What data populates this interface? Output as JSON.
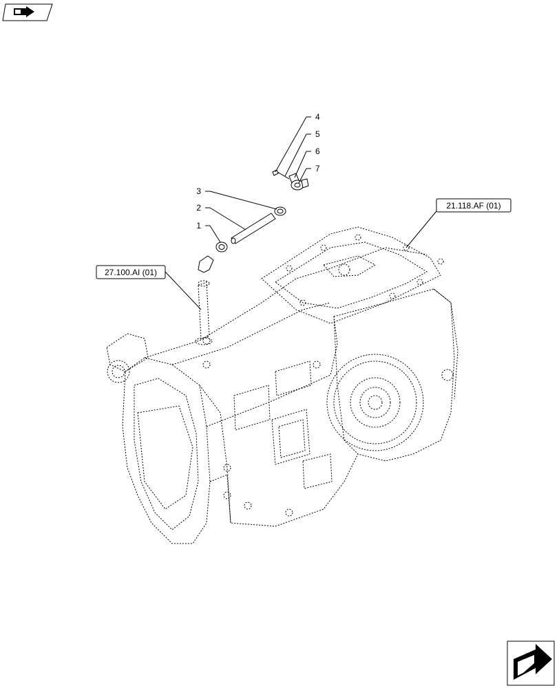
{
  "diagram": {
    "callouts": [
      "1",
      "2",
      "3",
      "4",
      "5",
      "6",
      "7"
    ],
    "references": [
      "27.100.AI (01)",
      "21.118.AF (01)"
    ],
    "icons": {
      "top_left": "book-arrow-icon",
      "bottom_right": "next-page-arrow-icon"
    }
  }
}
